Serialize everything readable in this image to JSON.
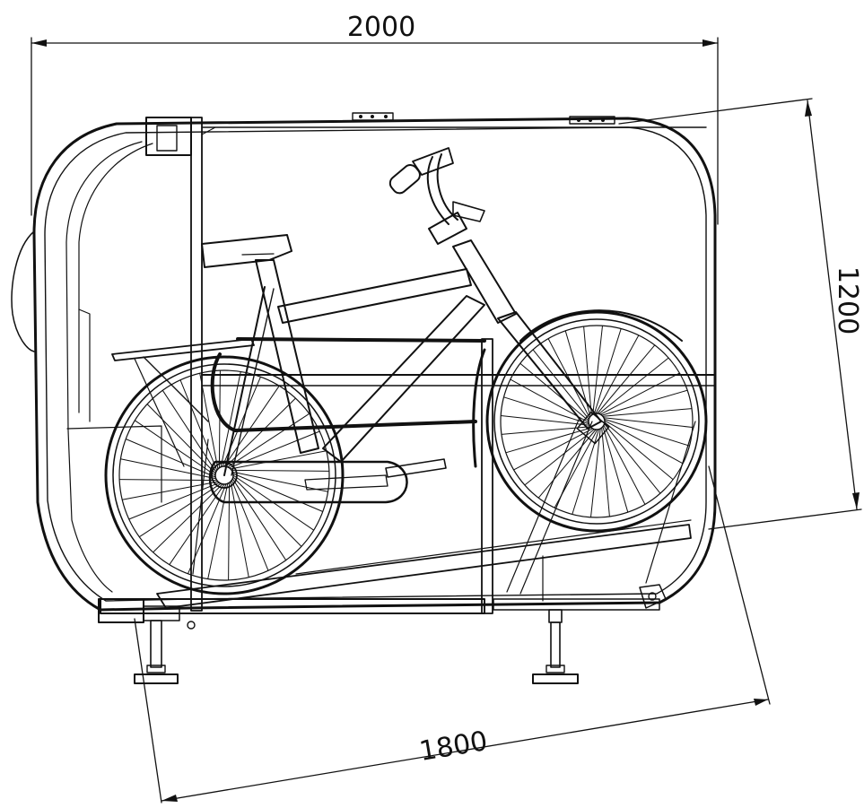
{
  "drawing": {
    "dimensions": {
      "width_label": "2000",
      "diagonal_height_label": "1200",
      "diagonal_length_label": "1800"
    },
    "colors": {
      "line": "#111111",
      "background": "#ffffff"
    }
  }
}
